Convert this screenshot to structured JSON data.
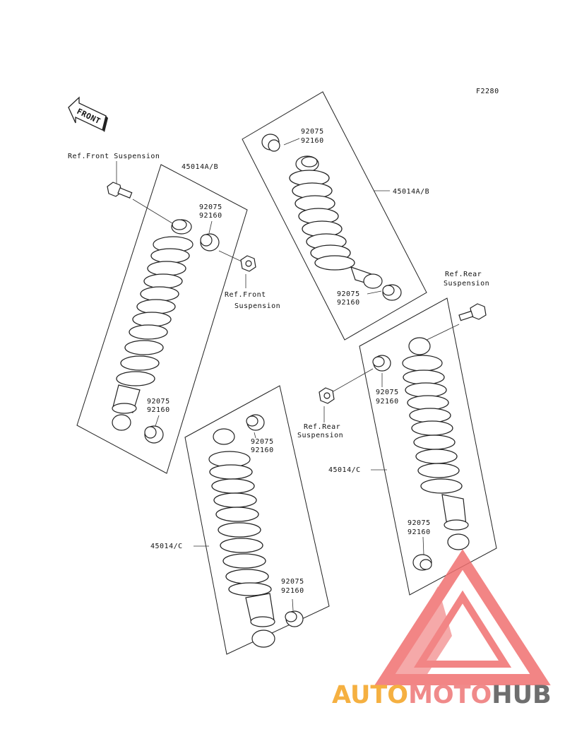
{
  "figure_code": "F2280",
  "front_arrow": "FRONT",
  "labels": {
    "ref_front_susp_top": "Ref.Front Suspension",
    "ref_front_susp_nut_1": "Ref.Front",
    "ref_front_susp_nut_2": "Suspension",
    "ref_rear_susp_bolt_1": "Ref.Rear",
    "ref_rear_susp_bolt_2": "Suspension",
    "ref_rear_susp_nut_1": "Ref.Rear",
    "ref_rear_susp_nut_2": "Suspension",
    "assy_a_left": "45014A/B",
    "assy_a_right": "45014A/B",
    "assy_c_bottom": "45014/C",
    "assy_c_right": "45014/C",
    "p1": "92075",
    "p2": "92160",
    "p3": "92075",
    "p4": "92160",
    "p5": "92075",
    "p6": "92160",
    "p7": "92075",
    "p8": "92160",
    "p9": "92075",
    "p10": "92160",
    "p11": "92075",
    "p12": "92160",
    "p13": "92075",
    "p14": "92160",
    "p15": "92075",
    "p16": "92160"
  },
  "watermark": {
    "part1": "AUTO",
    "part2": "MOTO",
    "part3": "HUB",
    "colors": {
      "auto": "#f5b041",
      "moto": "#f08a8a",
      "hub": "#6e6e6e",
      "logo": "#f07070"
    }
  }
}
